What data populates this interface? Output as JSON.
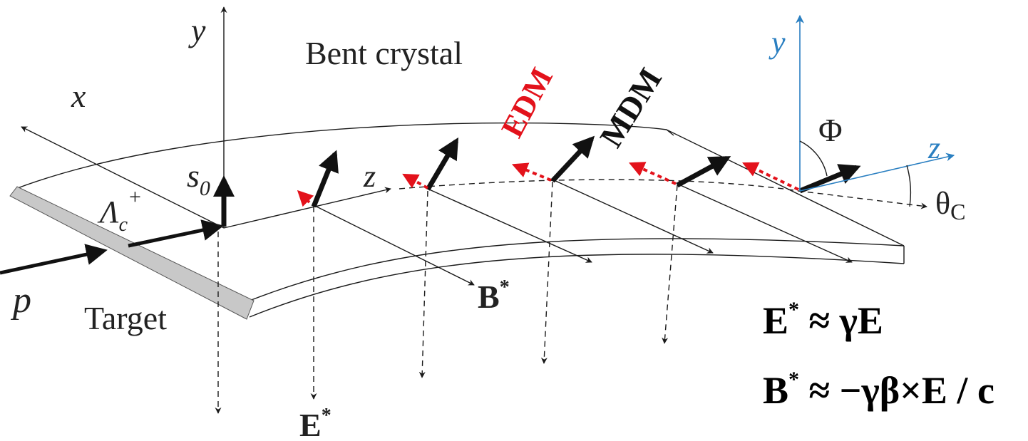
{
  "labels": {
    "title": "Bent crystal",
    "axis_y": "y",
    "axis_x": "x",
    "axis_z": "z",
    "blue_y": "y",
    "blue_z": "z",
    "spin_s": "s",
    "spin_sub": "0",
    "particle_lambda": "Λ",
    "particle_sub": "c",
    "particle_sup": "+",
    "beam": "p",
    "target": "Target",
    "edm": "EDM",
    "mdm": "MDM",
    "phi": "Φ",
    "theta": "θ",
    "theta_sub": "C",
    "bstar": "B",
    "estar": "E",
    "star": "*"
  },
  "equations": {
    "eq1_lhs": "E",
    "eq1_rhs": " ≈ γE",
    "eq2_lhs": "B",
    "eq2_rhs": " ≈ −γβ×E / c",
    "star": "*"
  },
  "colors": {
    "edm": "#e3121b",
    "frame_blue": "#2a7fc1",
    "ink": "#111111"
  }
}
